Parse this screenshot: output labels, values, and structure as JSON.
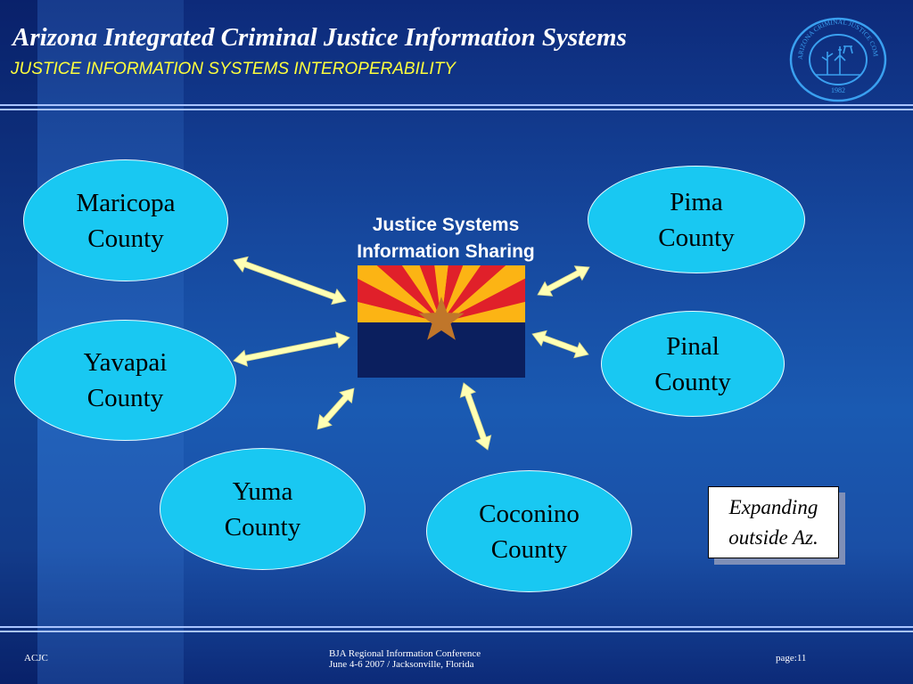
{
  "header": {
    "title": "Arizona Integrated Criminal Justice Information Systems",
    "subtitle": "JUSTICE INFORMATION SYSTEMS INTEROPERABILITY"
  },
  "seal": {
    "icon": "commission-seal-icon",
    "text": "ARIZONA CRIMINAL JUSTICE COMMISSION",
    "year": "1982"
  },
  "hub": {
    "line1": "Justice Systems",
    "line2": "Information Sharing",
    "icon": "arizona-flag-icon"
  },
  "counties": {
    "maricopa": {
      "line1": "Maricopa",
      "line2": "County"
    },
    "pima": {
      "line1": "Pima",
      "line2": "County"
    },
    "yavapai": {
      "line1": "Yavapai",
      "line2": "County"
    },
    "pinal": {
      "line1": "Pinal",
      "line2": "County"
    },
    "yuma": {
      "line1": "Yuma",
      "line2": "County"
    },
    "coconino": {
      "line1": "Coconino",
      "line2": "County"
    }
  },
  "callout": {
    "line1": "Expanding",
    "line2": "outside Az."
  },
  "footer": {
    "left": "ACJC",
    "center_line1": "BJA Regional Information Conference",
    "center_line2": "June 4-6 2007 / Jacksonville, Florida",
    "right": "page:11"
  },
  "colors": {
    "background": "#16489e",
    "ellipse_fill": "#19c8f2",
    "subtitle": "#ffff3c",
    "arrow": "#ffffb4",
    "flag_red": "#e0202a",
    "flag_gold": "#fcb414",
    "flag_blue": "#0b1f5e",
    "flag_star": "#c0762a"
  }
}
